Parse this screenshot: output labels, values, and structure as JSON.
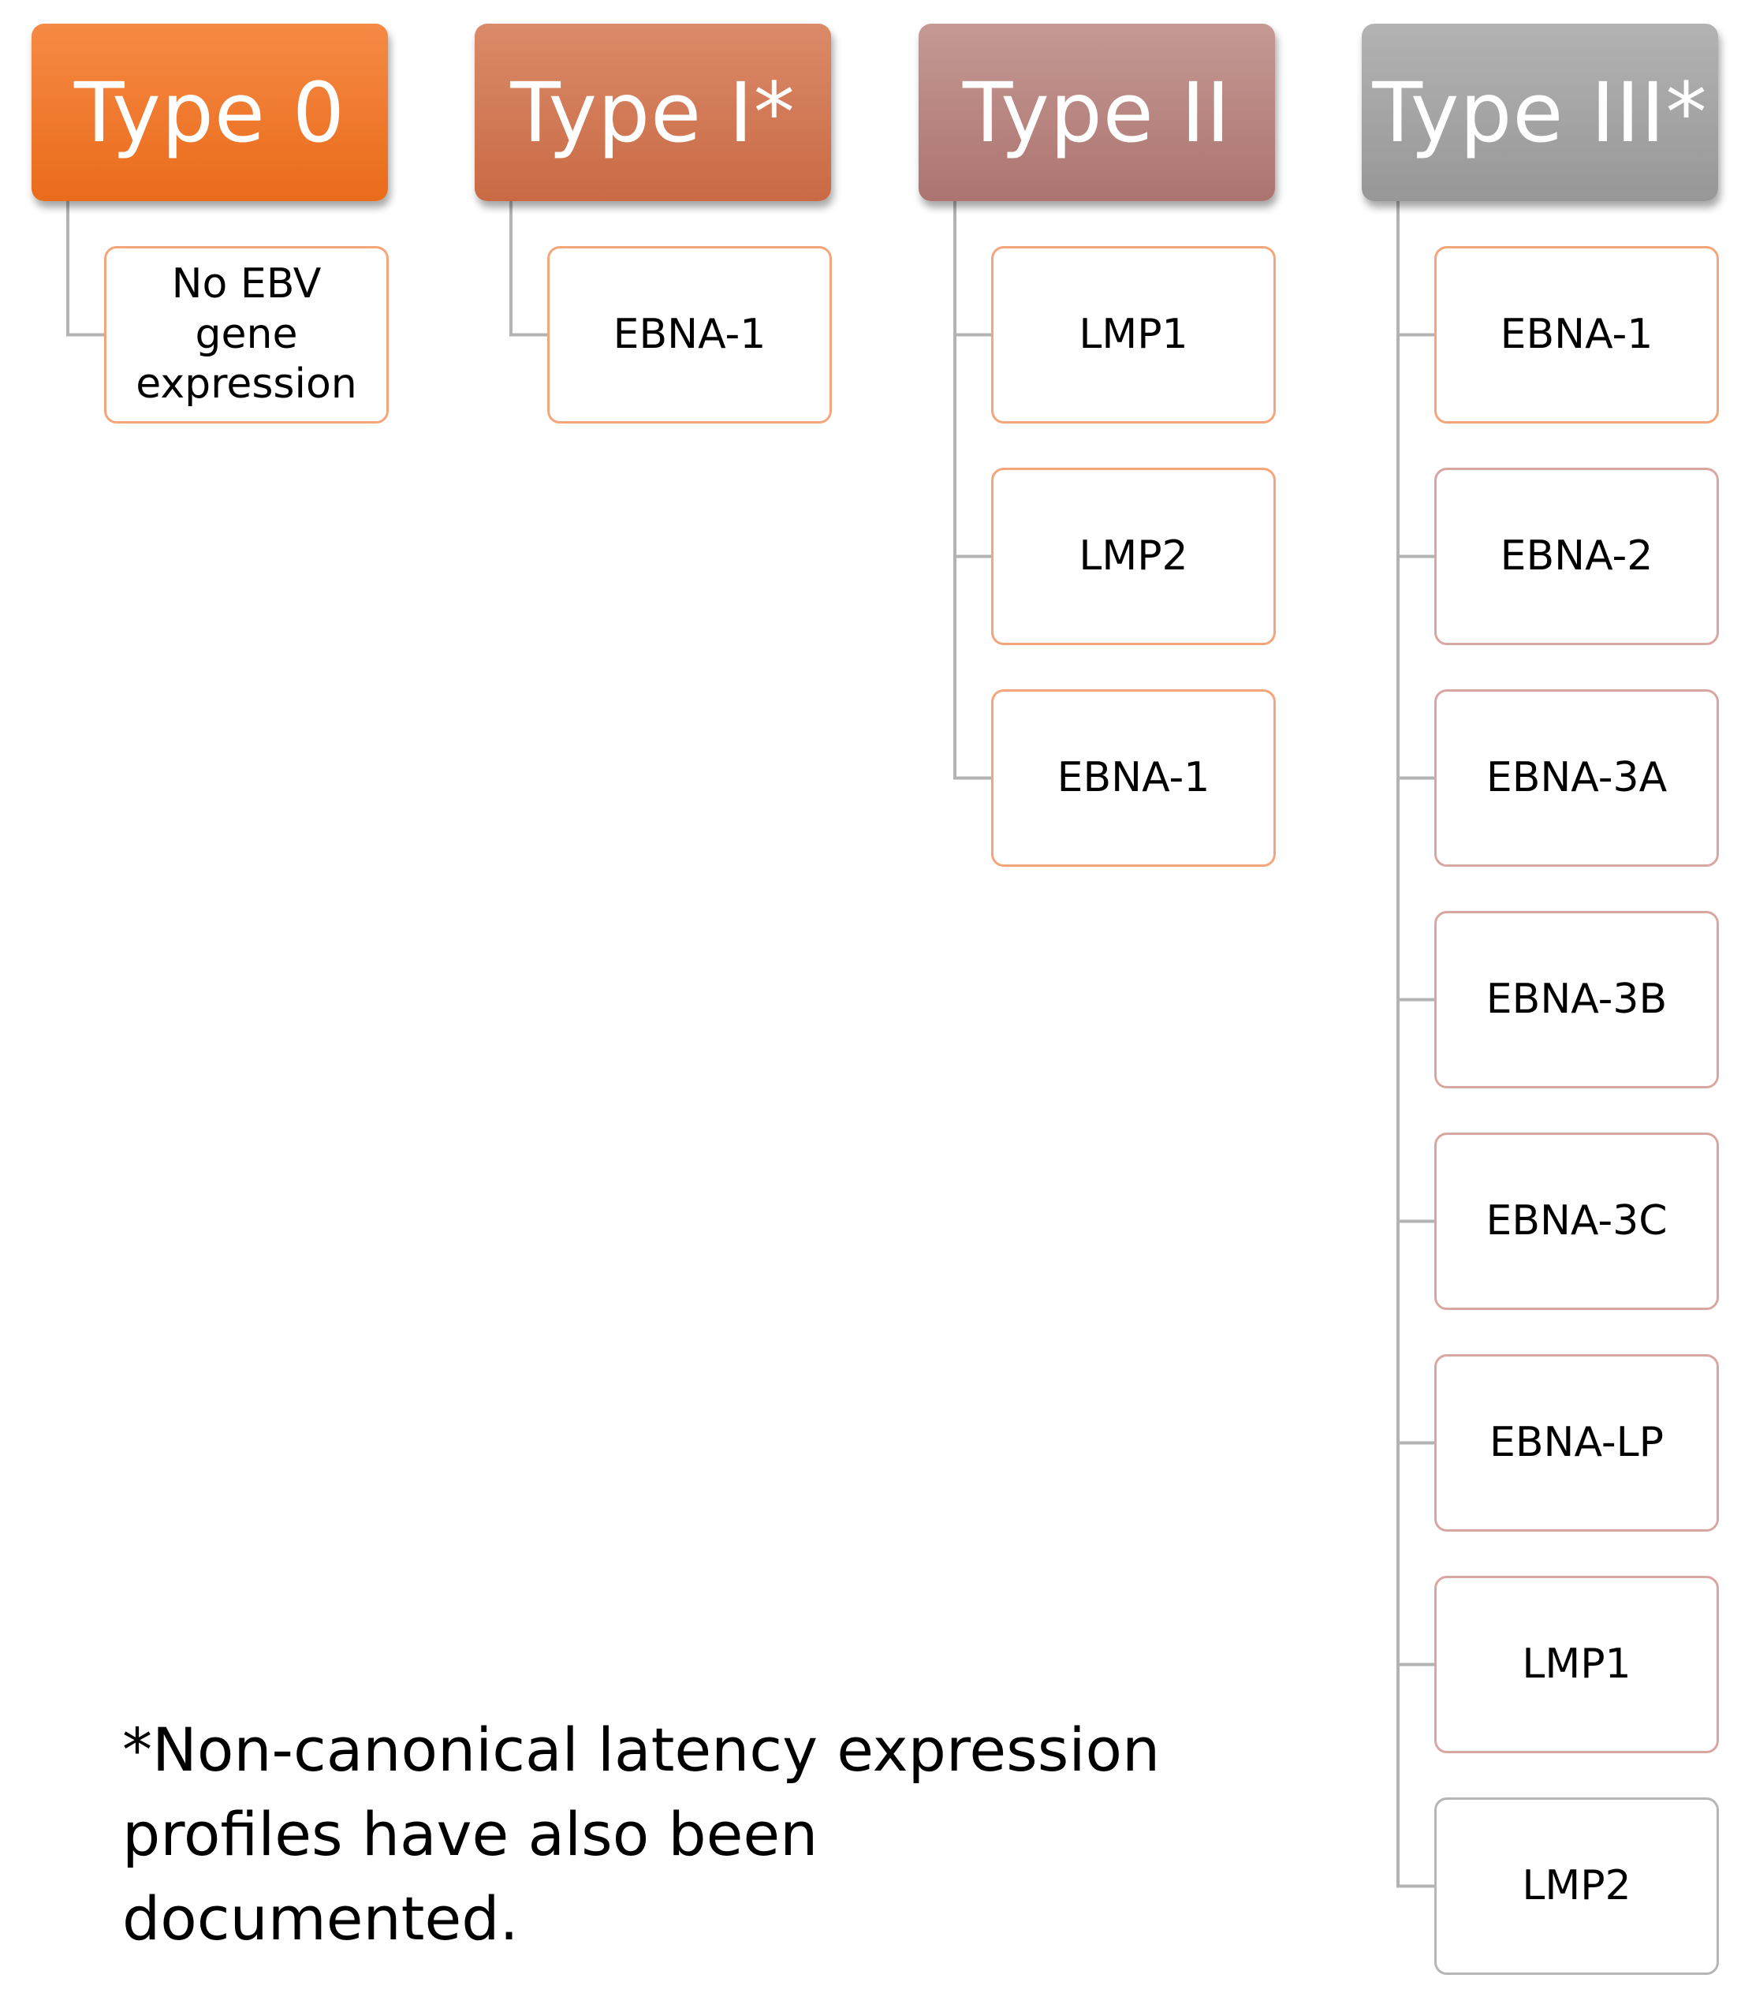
{
  "columns": [
    {
      "header": "Type 0",
      "header_color_top": "#f58a45",
      "header_color_bottom": "#ea6b1a",
      "item_border_color": "#f4a67a",
      "items": [
        "No EBV gene expression"
      ]
    },
    {
      "header": "Type I*",
      "header_color_top": "#db8a6a",
      "header_color_bottom": "#c96a44",
      "item_border_color": "#f4a67a",
      "items": [
        "EBNA-1"
      ]
    },
    {
      "header": "Type II",
      "header_color_top": "#c69994",
      "header_color_bottom": "#ac7470",
      "item_border_color": "#f4a67a",
      "items": [
        "LMP1",
        "LMP2",
        "EBNA-1"
      ]
    },
    {
      "header": "Type III*",
      "header_color_top": "#b3b3b3",
      "header_color_bottom": "#979797",
      "item_border_color_first": "#f4a67a",
      "item_border_color_rest": "#d9a7a2",
      "item_border_color_last": "#b6b6b6",
      "items": [
        "EBNA-1",
        "EBNA-2",
        "EBNA-3A",
        "EBNA-3B",
        "EBNA-3C",
        "EBNA-LP",
        "LMP1",
        "LMP2"
      ]
    }
  ],
  "connector_color": "#b3b3b3",
  "footnote": "*Non-canonical latency expression\n profiles have also been documented."
}
